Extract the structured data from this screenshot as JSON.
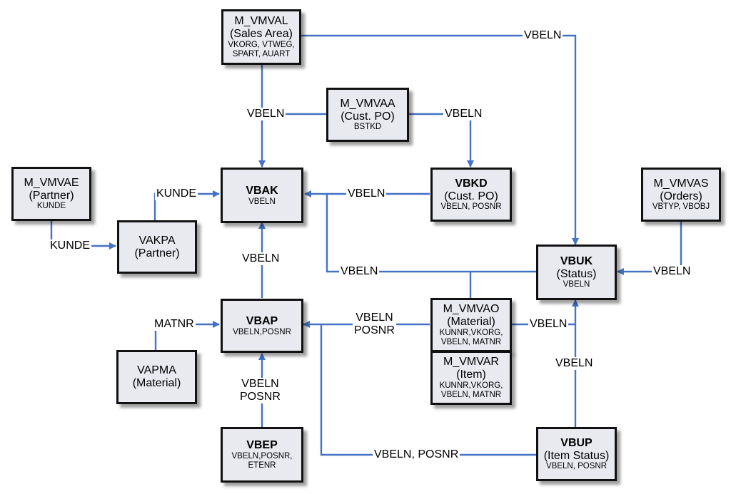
{
  "colors": {
    "line": "#4472c4",
    "box_fill": "#e8eaf0",
    "box_border": "#111111"
  },
  "nodes": {
    "m_vmval": {
      "title": "M_VMVAL",
      "subtitle": "(Sales Area)",
      "fields": "VKORG, VTWEG,\nSPART, AUART"
    },
    "m_vmvaa": {
      "title": "M_VMVAA",
      "subtitle": "(Cust. PO)",
      "fields": "BSTKD"
    },
    "m_vmvae": {
      "title": "M_VMVAE",
      "subtitle": "(Partner)",
      "fields": "KUNDE"
    },
    "vakpa": {
      "title": "VAKPA",
      "subtitle": "(Partner)"
    },
    "vbak": {
      "title": "VBAK",
      "fields": "VBELN"
    },
    "vbkd": {
      "title": "VBKD",
      "subtitle": "(Cust. PO)",
      "fields": "VBELN, POSNR"
    },
    "m_vmvas": {
      "title": "M_VMVAS",
      "subtitle": "(Orders)",
      "fields": "VBTYP, VBOBJ"
    },
    "vbuk": {
      "title": "VBUK",
      "subtitle": "(Status)",
      "fields": "VBELN"
    },
    "vbap": {
      "title": "VBAP",
      "fields": "VBELN,POSNR"
    },
    "vapma": {
      "title": "VAPMA",
      "subtitle": "(Material)"
    },
    "m_vmvao": {
      "title": "M_VMVAO",
      "subtitle": "(Material)",
      "fields": "KUNNR,VKORG,\nVBELN, MATNR"
    },
    "m_vmvar": {
      "title": "M_VMVAR",
      "subtitle": "(Item)",
      "fields": "KUNNR,VKORG,\nVBELN, MATNR"
    },
    "vbep": {
      "title": "VBEP",
      "fields": "VBELN,POSNR,\nETENR"
    },
    "vbup": {
      "title": "VBUP",
      "subtitle": "(Item Status)",
      "fields": "VBELN, POSNR"
    }
  },
  "edge_labels": {
    "vmval_vbuk": "VBELN",
    "vmval_vbak": "VBELN",
    "vmvaa_vbkd": "VBELN",
    "vmvae_vakpa": "KUNDE",
    "vakpa_vbak": "KUNDE",
    "vbkd_vbak": "VBELN",
    "vbuk_vbak": "VBELN",
    "vmvas_vbuk": "VBELN",
    "vbap_vbak": "VBELN",
    "vapma_vbap": "MATNR",
    "vmvao_vbap": "VBELN\nPOSNR",
    "vmvao_vbuk": "VBELN",
    "vbep_vbap": "VBELN\nPOSNR",
    "vbup_vbuk": "VBELN",
    "vbup_vbap": "VBELN, POSNR"
  }
}
